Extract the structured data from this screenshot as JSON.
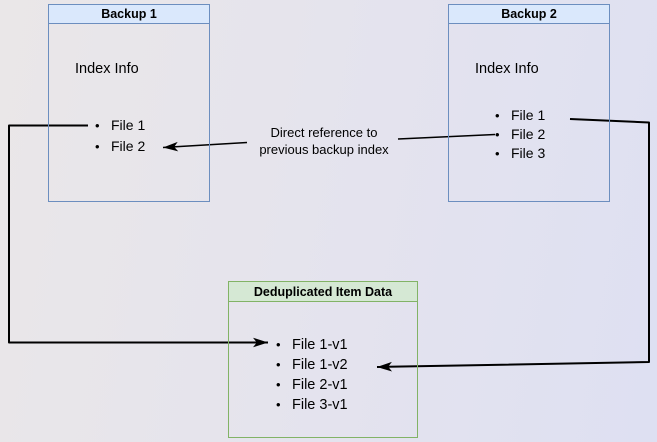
{
  "colors": {
    "blue_fill": "#dae8fc",
    "blue_stroke": "#6c8ebf",
    "green_fill": "#d5e8d4",
    "green_stroke": "#82b366",
    "line": "#000000"
  },
  "backup1": {
    "title": "Backup 1",
    "info": "Index Info",
    "files": [
      "File 1",
      "File 2"
    ]
  },
  "backup2": {
    "title": "Backup 2",
    "info": "Index Info",
    "files": [
      "File 1",
      "File 2",
      "File 3"
    ]
  },
  "dedup": {
    "title": "Deduplicated Item Data",
    "files": [
      "File 1-v1",
      "File 1-v2",
      "File 2-v1",
      "File 3-v1"
    ]
  },
  "edge_label": {
    "line1": "Direct reference to",
    "line2": "previous backup index"
  }
}
